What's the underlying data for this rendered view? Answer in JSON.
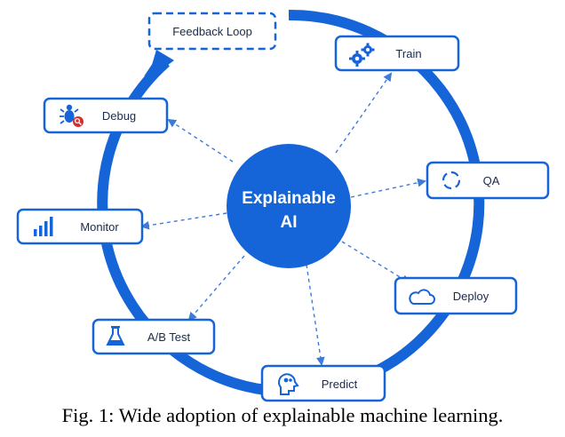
{
  "diagram": {
    "center": {
      "line1": "Explainable",
      "line2": "AI"
    },
    "nodes": {
      "feedback_loop": "Feedback Loop",
      "train": "Train",
      "qa": "QA",
      "deploy": "Deploy",
      "predict": "Predict",
      "ab_test": "A/B Test",
      "monitor": "Monitor",
      "debug": "Debug"
    },
    "colors": {
      "ring": "#1565D8",
      "center": "#1565D8",
      "box_border": "#1565D8",
      "icon": "#1565D8",
      "connector": "#3D7BD9",
      "debug_badge": "#D32F2F"
    },
    "icons": {
      "train": "gears-icon",
      "qa": "focus-target-icon",
      "deploy": "cloud-icon",
      "predict": "head-brain-icon",
      "ab_test": "flask-icon",
      "monitor": "bar-chart-icon",
      "debug": "bug-search-icon"
    }
  },
  "caption": "Fig. 1: Wide adoption of explainable machine learning."
}
